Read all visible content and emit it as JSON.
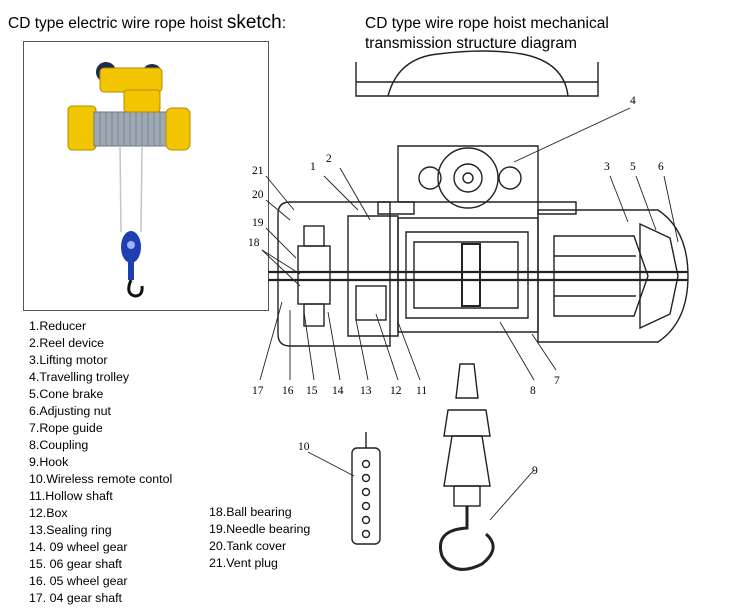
{
  "header": {
    "left_title_main": "CD type electric wire rope hoist ",
    "left_title_emph": "sketch",
    "left_title_end": ":",
    "right_title_line1": "CD type wire rope hoist mechanical",
    "right_title_line2": "transmission structure diagram"
  },
  "legend_left": [
    "1.Reducer",
    "2.Reel device",
    "3.Lifting motor",
    "4.Travelling trolley",
    "5.Cone brake",
    "6.Adjusting nut",
    "7.Rope guide",
    "8.Coupling",
    "9.Hook",
    "10.Wireless remote contol",
    "11.Hollow shaft",
    "12.Box",
    "13.Sealing ring",
    "14. 09 wheel gear",
    "15. 06 gear shaft",
    "16. 05 wheel gear",
    "17. 04 gear shaft"
  ],
  "legend_right": [
    "18.Ball bearing",
    "19.Needle bearing",
    "20.Tank cover",
    "21.Vent plug"
  ],
  "callouts": [
    "1",
    "2",
    "3",
    "4",
    "5",
    "6",
    "7",
    "8",
    "9",
    "10",
    "11",
    "12",
    "13",
    "14",
    "15",
    "16",
    "17",
    "18",
    "19",
    "20",
    "21"
  ],
  "colors": {
    "hoist_yellow": "#f2c500",
    "motor_drum": "#9fa9b3",
    "hook_blue": "#1f3fb0",
    "line": "#222222"
  }
}
